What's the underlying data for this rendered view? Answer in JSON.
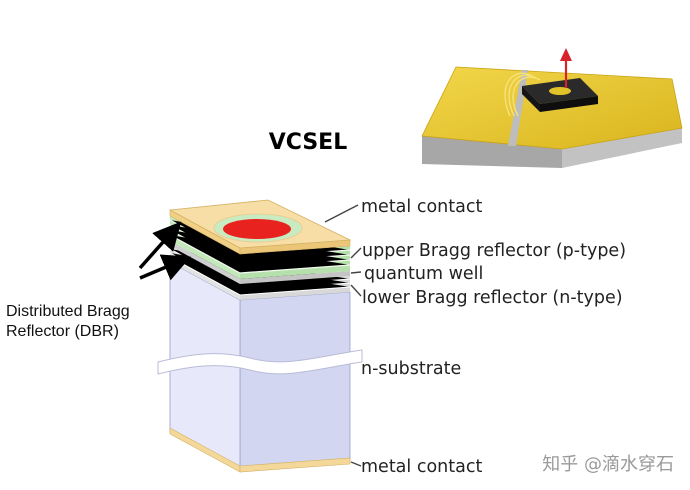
{
  "title": "VCSEL",
  "labels": {
    "metal_contact_top": "metal contact",
    "upper_dbr": "upper Bragg reflector (p-type)",
    "quantum_well": "quantum well",
    "lower_dbr": "lower Bragg reflector (n-type)",
    "substrate": "n-substrate",
    "metal_contact_bottom": "metal contact"
  },
  "dbr_callout": {
    "line1": "Distributed Bragg",
    "line2": "Reflector (DBR)"
  },
  "watermark": "知乎 @滴水穿石",
  "colors": {
    "metal": "#f3d89a",
    "upper_dbr": "#bfe6b6",
    "quantum_well": "#d8d8d8",
    "lower_dbr": "#e2e2e2",
    "substrate_front": "#e4e6f8",
    "substrate_side": "#cfd3ef",
    "aperture": "#e8231f",
    "chip_gold": "#e2c22b",
    "emission_arrow": "#d8232a"
  }
}
